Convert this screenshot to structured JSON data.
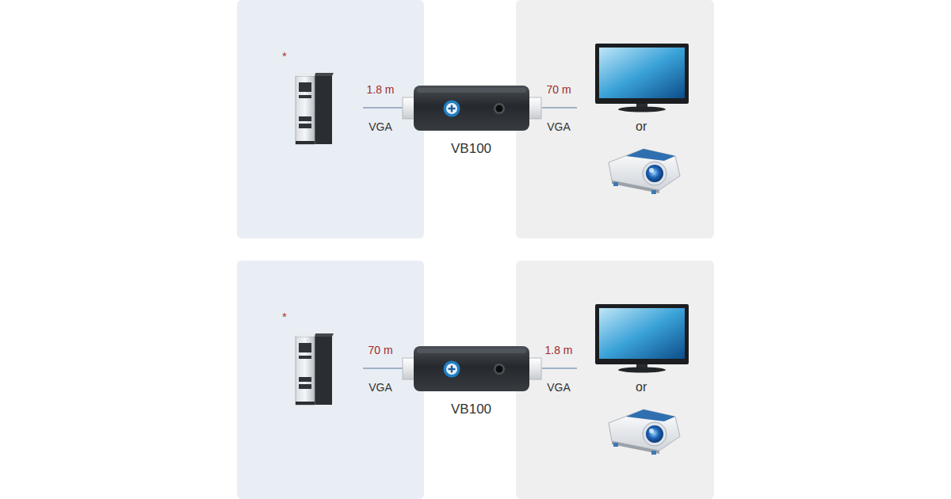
{
  "diagram": {
    "nodes": [
      {
        "text": [
          "*"
        ]
      },
      {
        "text": [
          "VB100"
        ]
      },
      {
        "text": [
          "or"
        ]
      },
      {
        "text": [
          "*"
        ]
      },
      {
        "text": [
          "VB100"
        ]
      },
      {
        "text": [
          "or"
        ]
      }
    ],
    "labels": [
      "1.8 m",
      "VGA",
      "70 m",
      "VGA",
      "70 m",
      "VGA",
      "1.8 m",
      "VGA"
    ]
  }
}
